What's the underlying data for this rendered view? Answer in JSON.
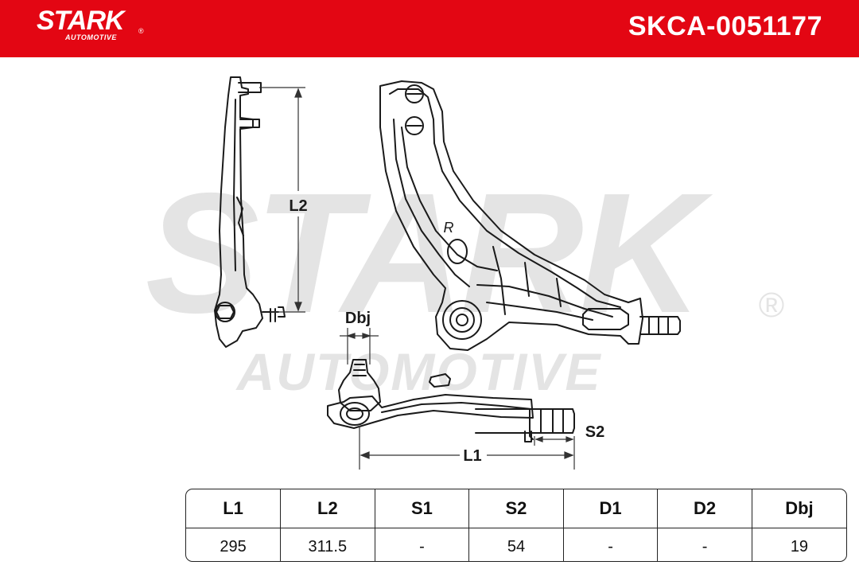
{
  "header": {
    "brand": "STARK",
    "brand_sub": "AUTOMOTIVE",
    "registered": "®",
    "part_number": "SKCA-0051177",
    "bar_color": "#e30613"
  },
  "watermark": {
    "main": "STARK",
    "sub": "AUTOMOTIVE",
    "registered": "®",
    "color": "#e4e4e4"
  },
  "drawing": {
    "labels": {
      "l2": "L2",
      "dbj": "Dbj",
      "l1": "L1",
      "s2": "S2",
      "side": "R"
    }
  },
  "specs": {
    "headers": [
      "L1",
      "L2",
      "S1",
      "S2",
      "D1",
      "D2",
      "Dbj"
    ],
    "values": [
      "295",
      "311.5",
      "-",
      "54",
      "-",
      "-",
      "19"
    ]
  }
}
